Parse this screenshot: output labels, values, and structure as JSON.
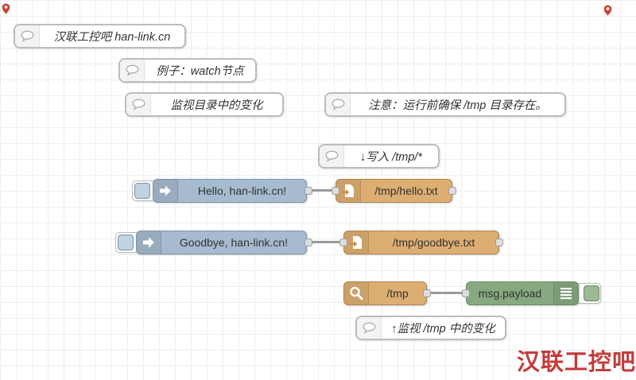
{
  "canvas": {
    "background_color": "#ffffff",
    "grid_color": "#eeeeee",
    "wire_color": "#999999"
  },
  "comments": [
    {
      "label": "汉联工控吧 han-link.cn"
    },
    {
      "label": "例子：watch节点"
    },
    {
      "label": "监视目录中的变化"
    },
    {
      "label": "注意：运行前确保 /tmp 目录存在。"
    },
    {
      "label": "↓写入 /tmp/*"
    },
    {
      "label": "↑监视 /tmp 中的变化"
    }
  ],
  "nodes": {
    "inject_hello": {
      "label": "Hello, han-link.cn!",
      "color": "#a6bbcf"
    },
    "file_hello": {
      "label": "/tmp/hello.txt",
      "color": "#ddae72"
    },
    "inject_goodbye": {
      "label": "Goodbye, han-link.cn!",
      "color": "#a6bbcf"
    },
    "file_goodbye": {
      "label": "/tmp/goodbye.txt",
      "color": "#ddae72"
    },
    "watch_tmp": {
      "label": "/tmp",
      "color": "#ddae72"
    },
    "debug": {
      "label": "msg.payload",
      "color": "#87a980"
    }
  },
  "watermark": {
    "text": "汉联工控吧",
    "color": "#c43b3b"
  }
}
